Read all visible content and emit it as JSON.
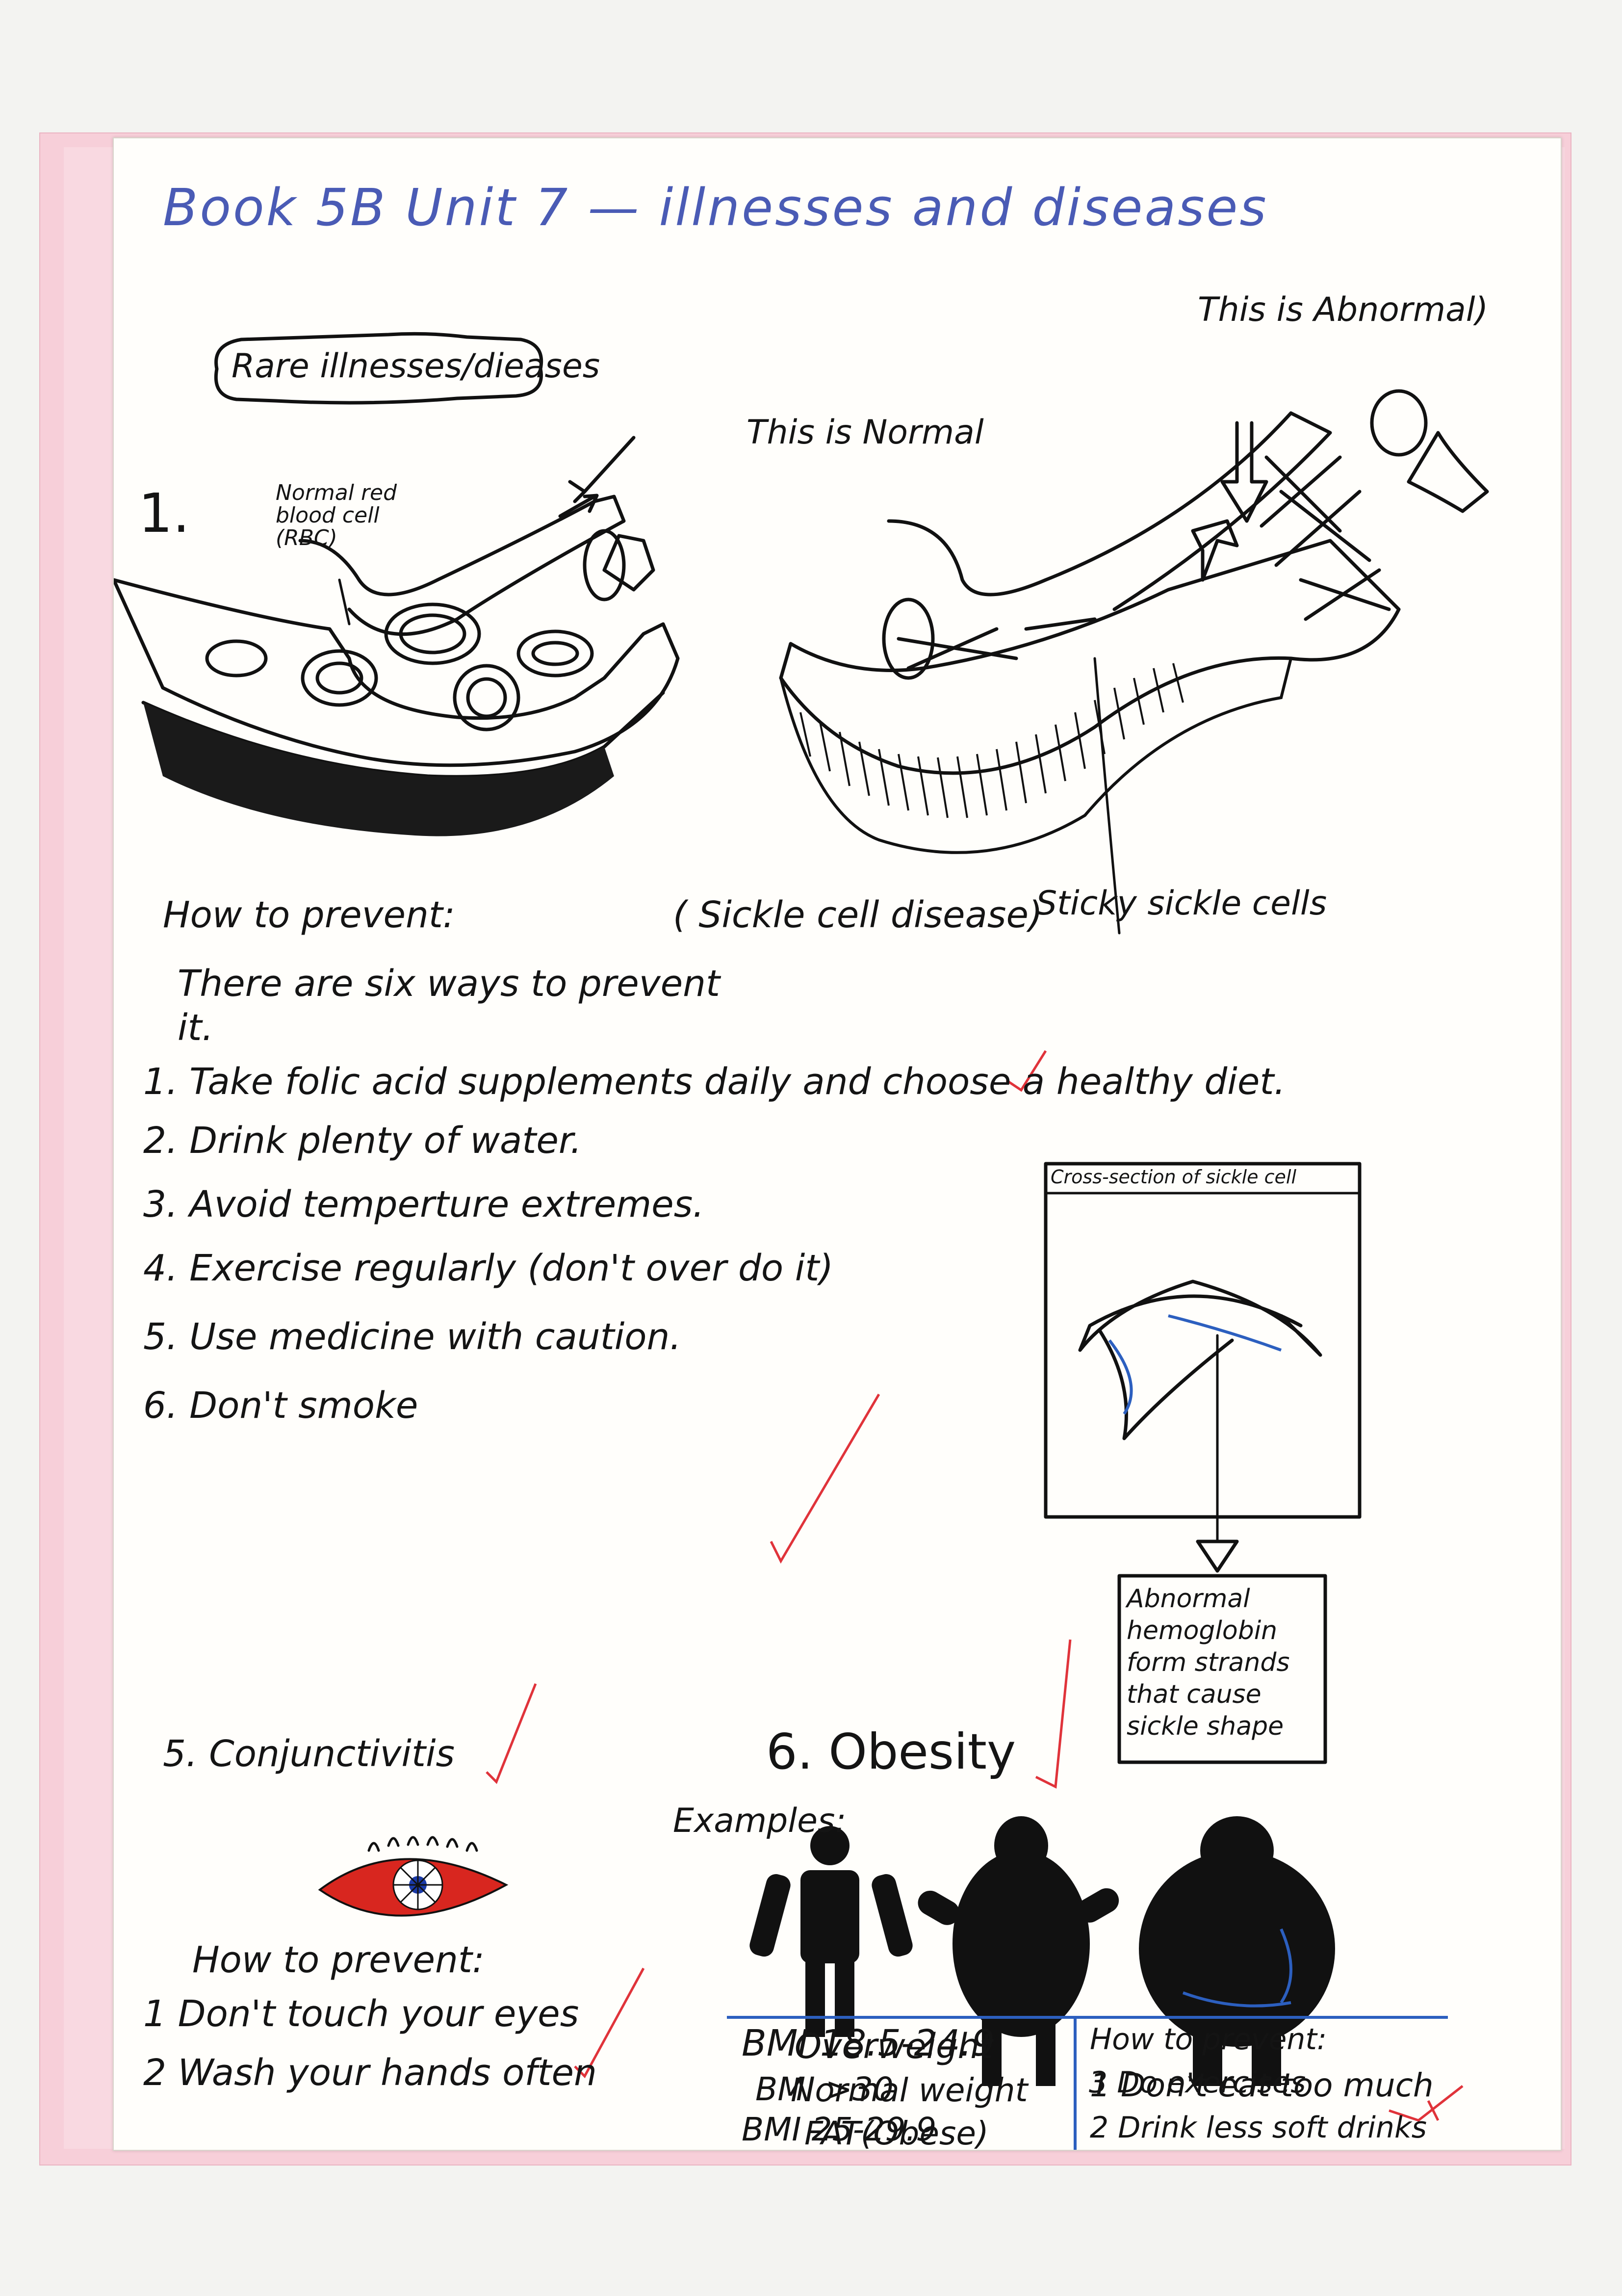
{
  "page_title": "Book 5B Unit 7 — illnesses and diseases",
  "section_header": "Rare illnesses/dieases",
  "item_number": "1.",
  "rbc_label": "Normal red blood cell (RBC)",
  "normal_label": "This is Normal",
  "abnormal_label": "This is Abnormal)",
  "sticky_label": "Sticky sickle cells",
  "disease_name": "( Sickle cell disease)",
  "prevent_heading": "How to prevent:",
  "prevent_intro": "There are six ways to prevent",
  "prevent_intro2": "it.",
  "prevent_items": [
    "1. Take folic acid supplements daily and choose a healthy diet.",
    "2. Drink plenty of water.",
    "3. Avoid temperture extremes.",
    "4. Exercise regularly (don't over do it)",
    "5. Use medicine with caution.",
    "6. Don't smoke"
  ],
  "cross_section_title": "Cross-section of sickle cell",
  "hemoglobin_note": "Abnormal hemoglobin form strands that cause sickle shape",
  "conj_heading": "5. Conjunctivitis",
  "conj_prevent_heading": "How to prevent:",
  "conj_items": [
    "1 Don't touch your eyes",
    "2 Wash your hands often"
  ],
  "obesity_heading": "6. Obesity",
  "examples_label": "Examples:",
  "bmi_lines": [
    "BMI 18.5-24.9",
    "Normal weight",
    "BMI 25-29.9",
    "Overweight",
    "BMI >30",
    "FAT(Obese)"
  ],
  "obesity_prevent_heading": "How to prevent:",
  "obesity_items": [
    "1 Don't eat too much",
    "2 Drink less soft drinks",
    "3 Do exercises"
  ],
  "colors": {
    "title_ink": "#4a5bb5",
    "tick_red": "#e0333a",
    "table_blue": "#2c5fbf",
    "eye_red": "#d8261f"
  }
}
